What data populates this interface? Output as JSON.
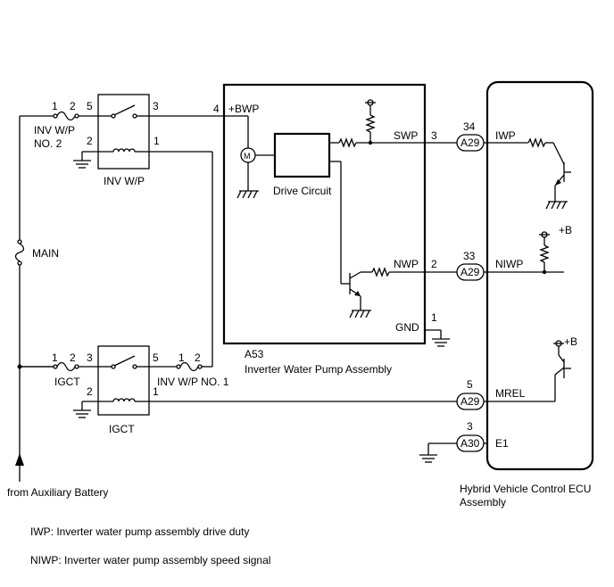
{
  "components": {
    "inv_wp_fuse": {
      "pin1": "1",
      "pin2": "2",
      "name_line1": "INV W/P",
      "name_line2": "NO. 2"
    },
    "inv_wp_relay": {
      "name": "INV W/P",
      "pin_in": "5",
      "pin_out": "3",
      "pin_coil_high": "1",
      "pin_coil_ground": "2"
    },
    "main_fuse": {
      "name": "MAIN"
    },
    "igct_fuse": {
      "pin1": "1",
      "pin2": "2",
      "name": "IGCT"
    },
    "igct_relay": {
      "name": "IGCT",
      "pin_in": "3",
      "pin_out": "5",
      "pin_coil_high": "1",
      "pin_coil_ground": "2"
    },
    "inv_wp_no1_fuse": {
      "pin1": "1",
      "pin2": "2",
      "name": "INV W/P NO. 1"
    },
    "pump_assembly": {
      "code": "A53",
      "name": "Inverter Water Pump Assembly",
      "motor_symbol": "M",
      "drive_circuit": "Drive Circuit",
      "pin_bwp": "4",
      "label_bwp": "+BWP",
      "pin_swp": "3",
      "label_swp": "SWP",
      "pin_nwp": "2",
      "label_nwp": "NWP",
      "pin_gnd": "1",
      "label_gnd": "GND"
    },
    "ecu": {
      "name_line1": "Hybrid Vehicle Control ECU",
      "name_line2": "Assembly",
      "connectors": [
        {
          "pin": "34",
          "connector": "A29",
          "terminal": "IWP"
        },
        {
          "pin": "33",
          "connector": "A29",
          "terminal": "NIWP"
        },
        {
          "pin": "5",
          "connector": "A29",
          "terminal": "MREL"
        },
        {
          "pin": "3",
          "connector": "A30",
          "terminal": "E1"
        }
      ],
      "plus_b_1": "+B",
      "plus_b_2": "+B"
    },
    "battery_source": "from Auxiliary Battery"
  },
  "legend": [
    "IWP: Inverter water pump assembly drive duty",
    "NIWP: Inverter water pump assembly speed signal"
  ]
}
